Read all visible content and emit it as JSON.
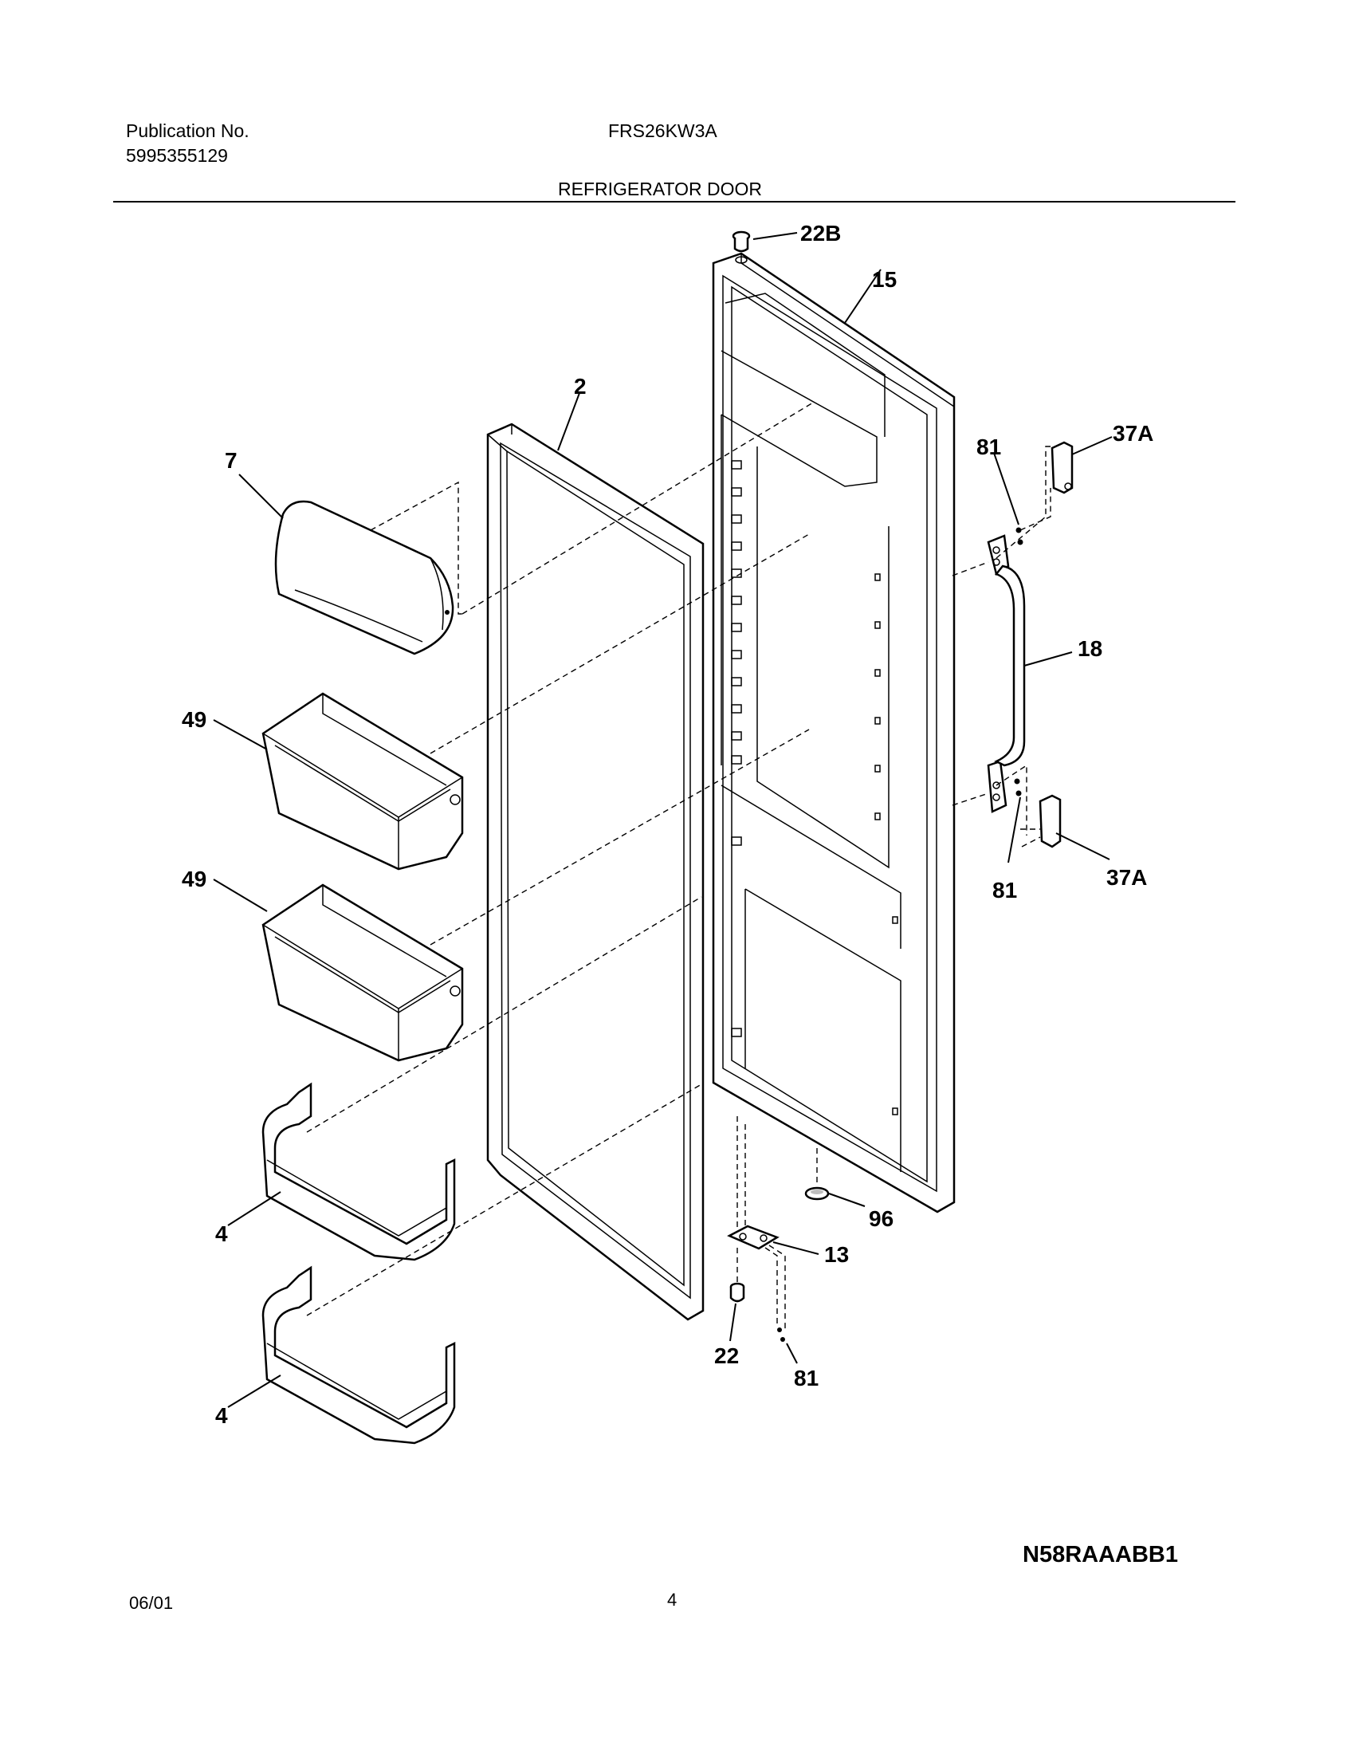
{
  "header": {
    "publication_label": "Publication No.",
    "publication_number": "5995355129",
    "model": "FRS26KW3A",
    "section_title": "REFRIGERATOR DOOR"
  },
  "diagram_code": "N58RAAABB1",
  "footer": {
    "date": "06/01",
    "page_number": "4"
  },
  "callouts": {
    "c22b": "22B",
    "c15": "15",
    "c2": "2",
    "c7": "7",
    "c81_top": "81",
    "c37a_top": "37A",
    "c18": "18",
    "c49_upper": "49",
    "c49_lower": "49",
    "c81_mid": "81",
    "c37a_bottom": "37A",
    "c4_upper": "4",
    "c96": "96",
    "c13": "13",
    "c22": "22",
    "c81_bottom": "81",
    "c4_lower": "4"
  }
}
